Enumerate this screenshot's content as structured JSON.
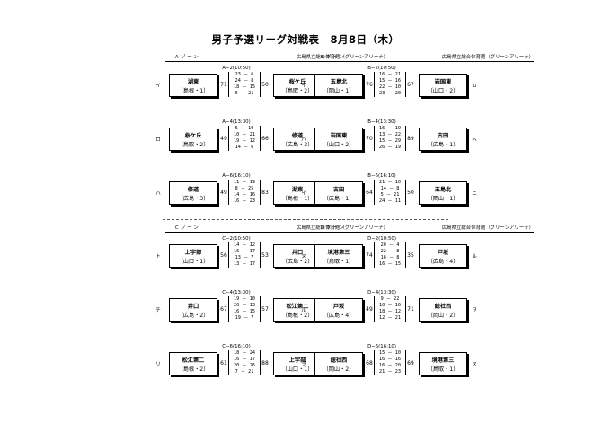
{
  "title": "男子予選リーグ対戦表　8月8日（木）",
  "zones": [
    {
      "label": "Ａ ゾ ー ン",
      "venue": "広島県立総合体育館（グリーンアリーナ）",
      "matches": [
        {
          "time": "A−2(10:50)",
          "left": {
            "mark": "イ",
            "name": "湖東",
            "pref": "（島根・1）",
            "score": "71"
          },
          "right": {
            "mark": "ロ",
            "name": "桜ケ丘",
            "pref": "（鳥取・2）",
            "score": "50"
          },
          "periods": [
            "23 － 6",
            "24 － 8",
            "18 － 15",
            "6 － 21"
          ]
        },
        {
          "time": "A−4(13:30)",
          "left": {
            "mark": "ロ",
            "name": "桜ケ丘",
            "pref": "（鳥取・2）",
            "score": "49"
          },
          "right": {
            "mark": "ハ",
            "name": "修道",
            "pref": "（広島・3）",
            "score": "66"
          },
          "periods": [
            "6 － 19",
            "10 － 21",
            "19 － 12",
            "14 － 6"
          ]
        },
        {
          "time": "A−6(16:10)",
          "left": {
            "mark": "ハ",
            "name": "修道",
            "pref": "（広島・3）",
            "score": "49"
          },
          "right": {
            "mark": "イ",
            "name": "湖東",
            "pref": "（島根・1）",
            "score": "83"
          },
          "periods": [
            "11 － 19",
            "8 － 25",
            "14 － 16",
            "16 － 23"
          ]
        }
      ]
    },
    {
      "label": "Ｂ ゾ ー ン",
      "venue": "広島県立総合体育館（グリーンアリーナ）",
      "matches": [
        {
          "time": "B−2(10:50)",
          "left": {
            "mark": "イ",
            "name": "玉島北",
            "pref": "（岡山・1）",
            "score": "76"
          },
          "right": {
            "mark": "ロ",
            "name": "岩国東",
            "pref": "（山口・2）",
            "score": "67"
          },
          "periods": [
            "16 － 21",
            "15 － 16",
            "22 － 10",
            "23 － 20"
          ]
        },
        {
          "time": "B−4(13:30)",
          "left": {
            "mark": "ハ",
            "name": "岩国東",
            "pref": "（山口・2）",
            "score": "70"
          },
          "right": {
            "mark": "ヘ",
            "name": "古田",
            "pref": "（広島・1）",
            "score": "89"
          },
          "periods": [
            "16 － 19",
            "13 － 22",
            "15 － 29",
            "26 － 19"
          ]
        },
        {
          "time": "B−6(16:10)",
          "left": {
            "mark": "イ",
            "name": "古田",
            "pref": "（広島・1）",
            "score": "64"
          },
          "right": {
            "mark": "ニ",
            "name": "玉島北",
            "pref": "（岡山・1）",
            "score": "50"
          },
          "periods": [
            "21 － 10",
            "14 － 8",
            "5 － 21",
            "24 － 11"
          ]
        }
      ]
    },
    {
      "label": "Ｃ ゾ ー ン",
      "venue": "広島県立総合体育館（グリーンアリーナ）",
      "matches": [
        {
          "time": "C−2(10:50)",
          "left": {
            "mark": "ト",
            "name": "上宇部",
            "pref": "（山口・1）",
            "score": "56"
          },
          "right": {
            "mark": "チ",
            "name": "井口",
            "pref": "（広島・2）",
            "score": "53"
          },
          "periods": [
            "14 － 12",
            "16 － 17",
            "13 － 7",
            "13 － 17"
          ]
        },
        {
          "time": "C−4(13:30)",
          "left": {
            "mark": "チ",
            "name": "井口",
            "pref": "（広島・2）",
            "score": "67"
          },
          "right": {
            "mark": "リ",
            "name": "松江第二",
            "pref": "（島根・2）",
            "score": "57"
          },
          "periods": [
            "19 － 10",
            "20 － 13",
            "16 － 15",
            "19 － 7"
          ]
        },
        {
          "time": "C−6(16:10)",
          "left": {
            "mark": "リ",
            "name": "松江第二",
            "pref": "（島根・2）",
            "score": "61"
          },
          "right": {
            "mark": "ト",
            "name": "上宇部",
            "pref": "（山口・1）",
            "score": "88"
          },
          "periods": [
            "18 － 24",
            "16 － 17",
            "20 － 26",
            "7 － 21"
          ]
        }
      ]
    },
    {
      "label": "Ｄ ゾ ー ン",
      "venue": "広島県立総合体育館（グリーンアリーナ）",
      "matches": [
        {
          "time": "D−2(10:50)",
          "left": {
            "mark": "ヌ",
            "name": "境港第三",
            "pref": "（鳥取・1）",
            "score": "74"
          },
          "right": {
            "mark": "ル",
            "name": "戸坂",
            "pref": "（広島・4）",
            "score": "35"
          },
          "periods": [
            "20 － 4",
            "22 － 8",
            "16 － 8",
            "16 － 15"
          ]
        },
        {
          "time": "D−4(13:30)",
          "left": {
            "mark": "ル",
            "name": "戸坂",
            "pref": "（広島・4）",
            "score": "49"
          },
          "right": {
            "mark": "ヲ",
            "name": "総社西",
            "pref": "（岡山・2）",
            "score": "71"
          },
          "periods": [
            "9 － 22",
            "10 － 16",
            "18 － 12",
            "12 － 21"
          ]
        },
        {
          "time": "D−6(16:10)",
          "left": {
            "mark": "ヲ",
            "name": "総社西",
            "pref": "（岡山・2）",
            "score": "68"
          },
          "right": {
            "mark": "ヌ",
            "name": "境港第三",
            "pref": "（鳥取・1）",
            "score": "69"
          },
          "periods": [
            "15 － 10",
            "16 － 16",
            "16 － 20",
            "21 － 23"
          ]
        }
      ]
    }
  ]
}
